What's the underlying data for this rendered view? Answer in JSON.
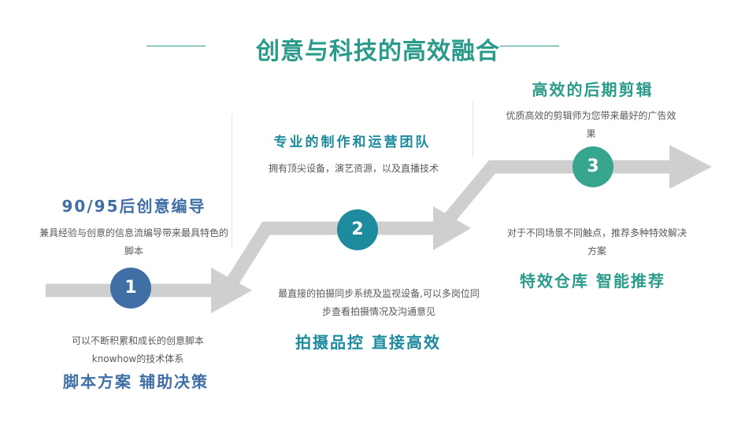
{
  "title": "创意与科技的高效融合",
  "colors": {
    "title": "#2a9a8a",
    "blue": "#3f6fa5",
    "teal": "#1d8a9e",
    "green": "#38a68f",
    "arrow": "#cfcfcf",
    "text": "#595959"
  },
  "steps": [
    {
      "number": "1",
      "heading": "90/95后创意编导",
      "top_text": "兼具经验与创意的信息流编导带来最具特色的脚本",
      "bottom_text_line1": "可以不断积累和成长的创意脚本",
      "bottom_text_line2": "knowhow的技术体系",
      "tagline": "脚本方案 辅助决策"
    },
    {
      "number": "2",
      "heading": "专业的制作和运营团队",
      "top_text": "拥有顶尖设备，演艺资源，以及直播技术",
      "bottom_text": "最直接的拍摄同步系统及监视设备,可以多岗位同步查看拍摄情况及沟通意见",
      "tagline": "拍摄品控 直接高效"
    },
    {
      "number": "3",
      "heading": "高效的后期剪辑",
      "top_text": "优质高效的剪辑师为您带来最好的广告效果",
      "bottom_text": "对于不同场景不同触点，推荐多种特效解决方案",
      "tagline": "特效仓库 智能推荐"
    }
  ]
}
